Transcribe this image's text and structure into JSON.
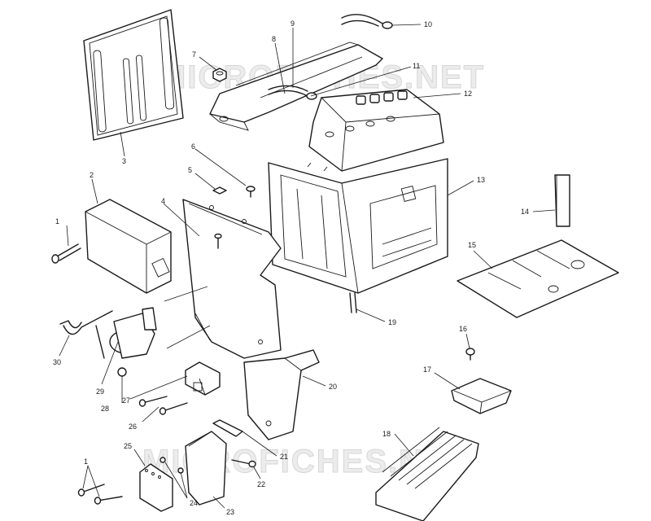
{
  "watermark": {
    "top": "MICROFICHES.NET",
    "bottom": "MICROFICHES.NET"
  },
  "callouts": {
    "c1a": "1",
    "c1b": "1",
    "c2": "2",
    "c3": "3",
    "c4": "4",
    "c5": "5",
    "c6": "6",
    "c7": "7",
    "c8": "8",
    "c9": "9",
    "c10": "10",
    "c11": "11",
    "c12": "12",
    "c13": "13",
    "c14": "14",
    "c15": "15",
    "c16": "16",
    "c17": "17",
    "c18": "18",
    "c19": "19",
    "c20": "20",
    "c21": "21",
    "c22": "22",
    "c23": "23",
    "c24": "24",
    "c25": "25",
    "c26": "26",
    "c27": "27",
    "c28": "28",
    "c29": "29",
    "c30": "30"
  }
}
